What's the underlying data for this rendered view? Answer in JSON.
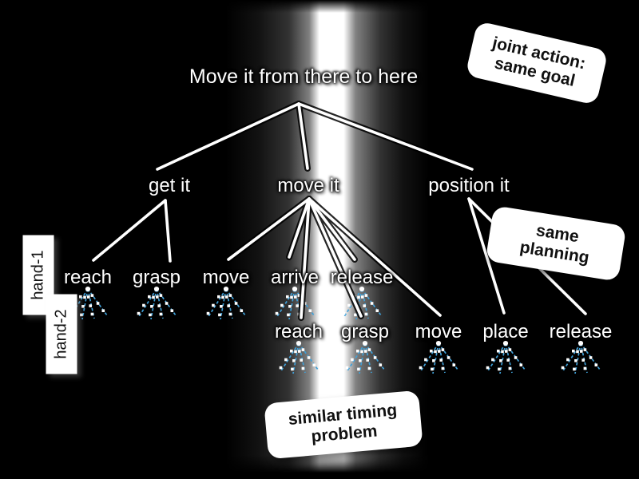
{
  "slide": {
    "title": "Move it from there to here",
    "tree": {
      "level1": [
        "get it",
        "move it",
        "position it"
      ],
      "hand1_actions": [
        "reach",
        "grasp",
        "move",
        "arrive",
        "release"
      ],
      "hand2_actions": [
        "reach",
        "grasp",
        "move",
        "place",
        "release"
      ]
    },
    "hand_labels": [
      "hand-1",
      "hand-2"
    ],
    "callouts": {
      "joint_action": {
        "line1": "joint action:",
        "line2": "same goal"
      },
      "same_planning": {
        "line1": "same",
        "line2": "planning"
      },
      "timing": {
        "line1": "similar timing",
        "line2": "problem"
      }
    },
    "colors": {
      "background": "#000000",
      "tree_line": "#ffffff",
      "label_text": "#ffffff",
      "fan_line": "#3fa0d8",
      "fan_dot": "#ffffff",
      "callout_bg": "#ffffff",
      "callout_text": "#111111"
    }
  }
}
